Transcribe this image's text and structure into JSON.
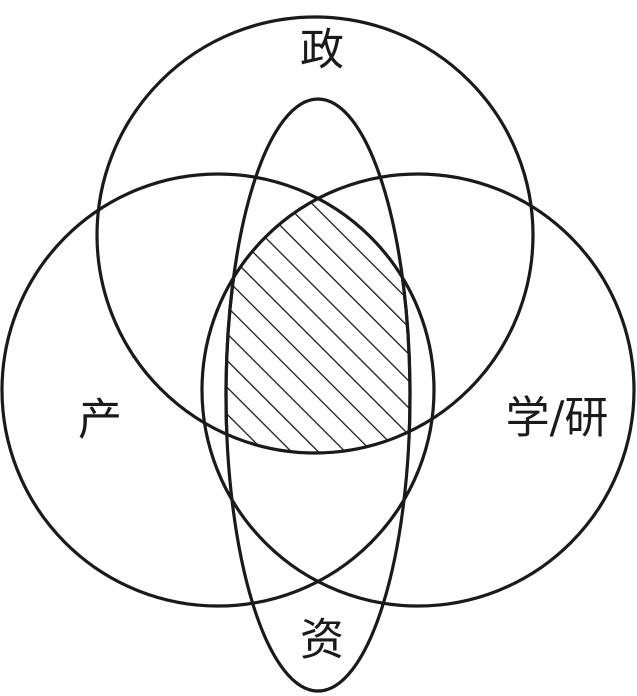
{
  "diagram": {
    "type": "venn",
    "sets": [
      {
        "id": "zheng",
        "label": "政",
        "shape": "circle"
      },
      {
        "id": "chan",
        "label": "产",
        "shape": "circle"
      },
      {
        "id": "xueyan",
        "label": "学/研",
        "shape": "circle"
      },
      {
        "id": "zi",
        "label": "资",
        "shape": "ellipse"
      }
    ],
    "highlighted_region": {
      "members": [
        "zheng",
        "chan",
        "xueyan",
        "zi"
      ],
      "fill": "hatched"
    },
    "colors": {
      "stroke": "#1a1a1a",
      "background": "#ffffff"
    }
  }
}
